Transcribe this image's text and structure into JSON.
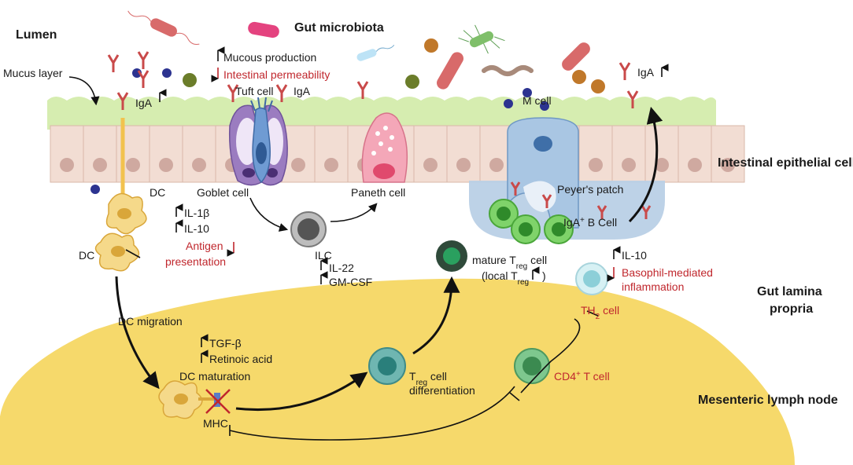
{
  "regions": {
    "lumen": "Lumen",
    "gut_microbiota": "Gut microbiota",
    "intestinal_epithelial_cell": "Intestinal epithelial cell",
    "gut_lamina_propria_1": "Gut lamina",
    "gut_lamina_propria_2": "propria",
    "mesenteric_lymph_node": "Mesenteric lymph node"
  },
  "labels": {
    "mucus_layer": "Mucus layer",
    "iga_left": "IgA",
    "iga_tuft": "IgA",
    "iga_right": "IgA",
    "mucous_production": "Mucous production",
    "intestinal_permeability": "Intestinal permeability",
    "tuft_cell": "Tuft cell",
    "m_cell": "M cell",
    "goblet_cell": "Goblet cell",
    "paneth_cell": "Paneth cell",
    "peyers_patch": "Peyer's patch",
    "iga_b_cell_pre": "IgA",
    "iga_b_cell_sup": "+",
    "iga_b_cell_post": " B Cell",
    "dc_top": "DC",
    "dc_left": "DC",
    "il1b": "IL-1β",
    "il10_left": "IL-10",
    "antigen": "Antigen",
    "presentation": "presentation",
    "ilc": "ILC",
    "il22": "IL-22",
    "gmcsf": "GM-CSF",
    "mature_treg_pre": "mature T",
    "mature_treg_sub": "reg",
    "mature_treg_post": " cell",
    "local_treg_pre": "(local T",
    "local_treg_sub": "reg",
    "il10_right": "IL-10",
    "basophil_1": "Basophil-mediated",
    "basophil_2": "inflammation",
    "th2_pre": "TH",
    "th2_sub": "2",
    "th2_post": " cell",
    "dc_migration": "DC migration",
    "tgfb": "TGF-β",
    "retinoic_acid": "Retinoic acid",
    "dc_maturation": "DC maturation",
    "treg_diff_pre": "T",
    "treg_diff_sub": "reg",
    "treg_diff_post": " cell",
    "differentiation": "differentiation",
    "cd4_pre": "CD4",
    "cd4_sup": "+",
    "cd4_post": " T cell",
    "mhc": "MHC"
  },
  "colors": {
    "mucus": "#d6edb0",
    "epithelium": "#f2ddd3",
    "nucleus": "#cfa9a0",
    "lymph_node": "#f6d96b",
    "peyers_patch": "#b9d0e6",
    "red_text": "#c0272d",
    "antibody": "#c94a4a",
    "dc": "#f5d98a",
    "green_cell": "#7fd36a"
  }
}
